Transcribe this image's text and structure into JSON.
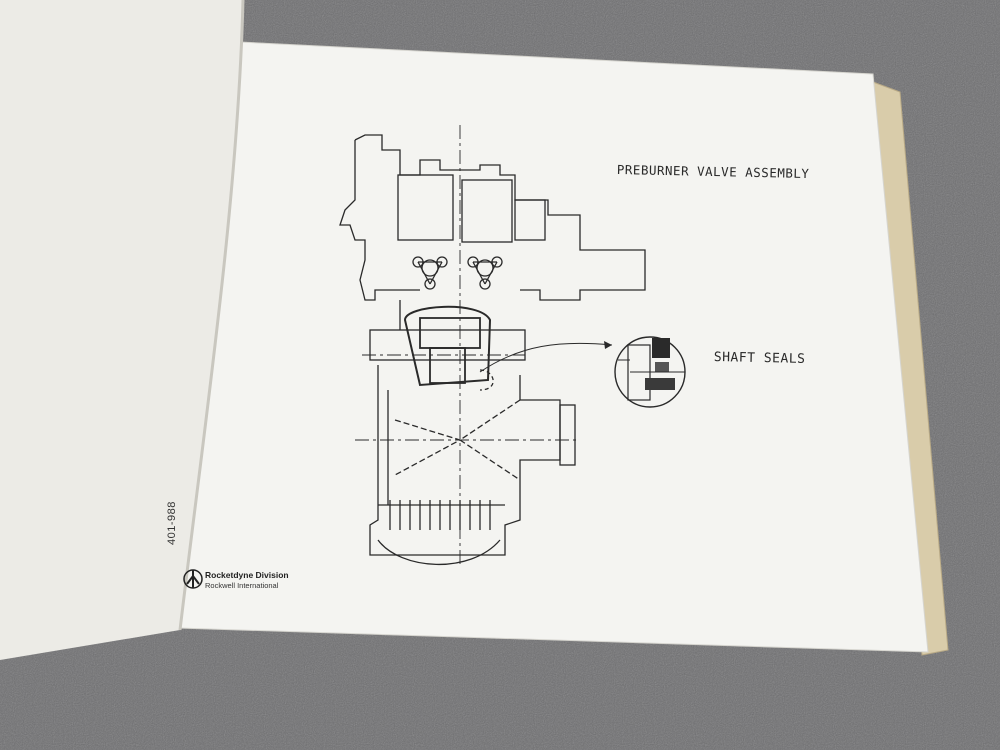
{
  "photo": {
    "subject": "open technical manual page lying on a grey carpet",
    "colors": {
      "carpet": "#6e6e70",
      "page": "#f4f4f1",
      "left_page": "#ecebe6",
      "page_stack": "#d9ccaa",
      "ink": "#2a2a2a"
    }
  },
  "page": {
    "title": "PREBURNER VALVE ASSEMBLY",
    "detail_label": "SHAFT SEALS",
    "document_number": "401-988",
    "company": "Rocketdyne Division",
    "parent_company": "Rockwell International"
  }
}
